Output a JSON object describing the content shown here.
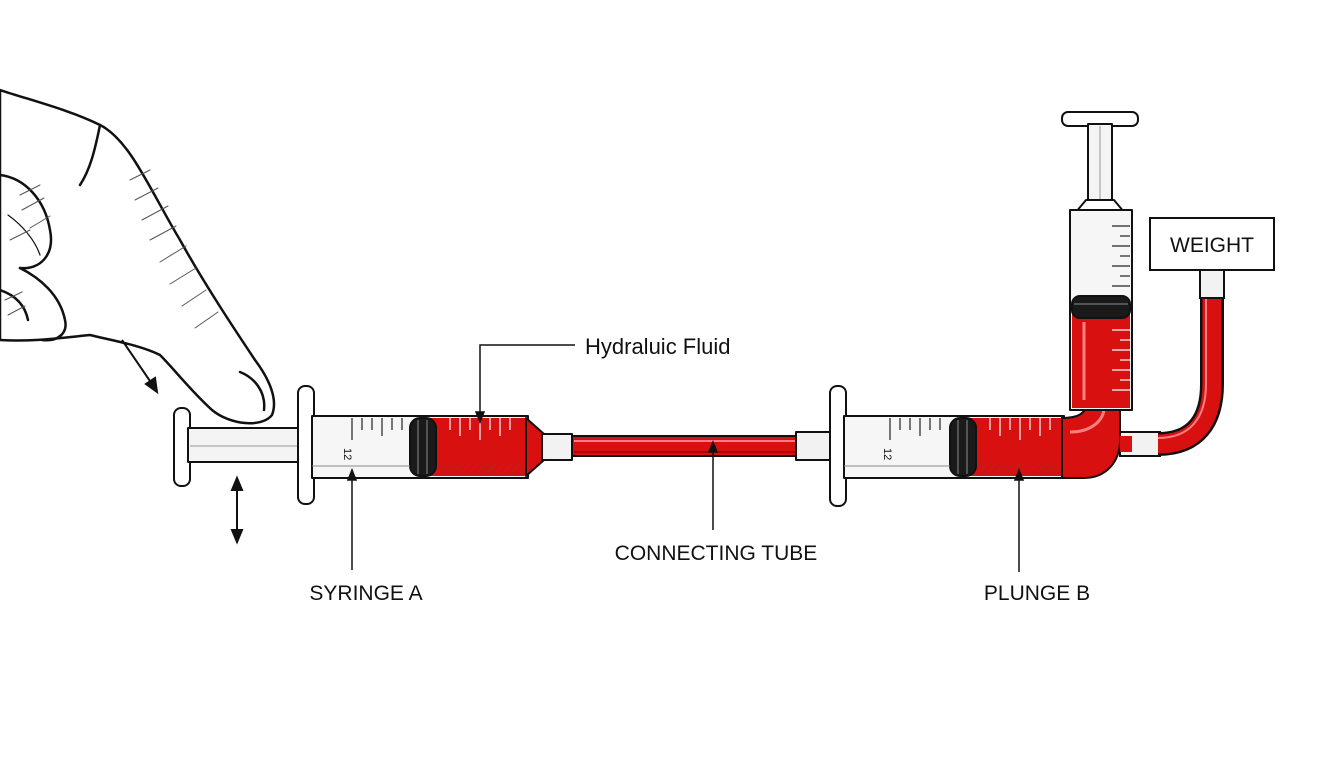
{
  "labels": {
    "hydraulic_fluid": "Hydraluic Fluid",
    "connecting_tube": "CONNECTING TUBE",
    "syringe_a": "SYRINGE A",
    "plunge_b": "PLUNGE B",
    "weight": "WEIGHT",
    "barrel_mark": "12"
  },
  "colors": {
    "fluid": "#d81010",
    "fluid_dark": "#a00000",
    "ink": "#111111",
    "glass": "#f4f4f4",
    "background": "#ffffff"
  },
  "icons": {
    "hand": "pointing-hand-icon",
    "push_arrow": "diagonal-arrow-icon",
    "motion_arrow": "double-vertical-arrow-icon"
  }
}
